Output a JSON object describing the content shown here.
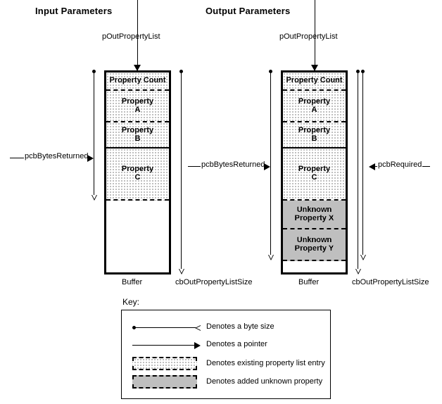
{
  "diagram": {
    "sections": [
      {
        "title": "Input Parameters"
      },
      {
        "title": "Output Parameters"
      }
    ],
    "pointer_labels": {
      "p_out_property_list": "pOutPropertyList",
      "pcb_bytes_returned": "pcbBytesReturned",
      "pcb_required": "pcbRequired"
    },
    "size_labels": {
      "cb_out_property_list_size": "cbOutPropertyListSize"
    },
    "buffer_caption": "Buffer",
    "input_buffer": {
      "segments": [
        {
          "label": "Property Count",
          "fill": "sparse"
        },
        {
          "label": "Property\nA",
          "fill": "sparse"
        },
        {
          "label": "Property\nB",
          "fill": "sparse"
        },
        {
          "label": "Property\nC",
          "fill": "sparse"
        }
      ]
    },
    "output_buffer": {
      "segments": [
        {
          "label": "Property Count",
          "fill": "sparse"
        },
        {
          "label": "Property\nA",
          "fill": "sparse"
        },
        {
          "label": "Property\nB",
          "fill": "sparse"
        },
        {
          "label": "Property\nC",
          "fill": "sparse"
        },
        {
          "label": "Unknown\nProperty X",
          "fill": "dense"
        },
        {
          "label": "Unknown\nProperty Y",
          "fill": "dense"
        }
      ]
    }
  },
  "key": {
    "title": "Key:",
    "entries": [
      {
        "symbol": "byte-size-arrow",
        "text": "Denotes a byte size"
      },
      {
        "symbol": "pointer-arrow",
        "text": "Denotes a pointer"
      },
      {
        "symbol": "sparse-swatch",
        "text": "Denotes existing property list entry"
      },
      {
        "symbol": "dense-swatch",
        "text": "Denotes added unknown property"
      }
    ]
  },
  "colors": {
    "ink": "#000000",
    "paper": "#ffffff"
  }
}
